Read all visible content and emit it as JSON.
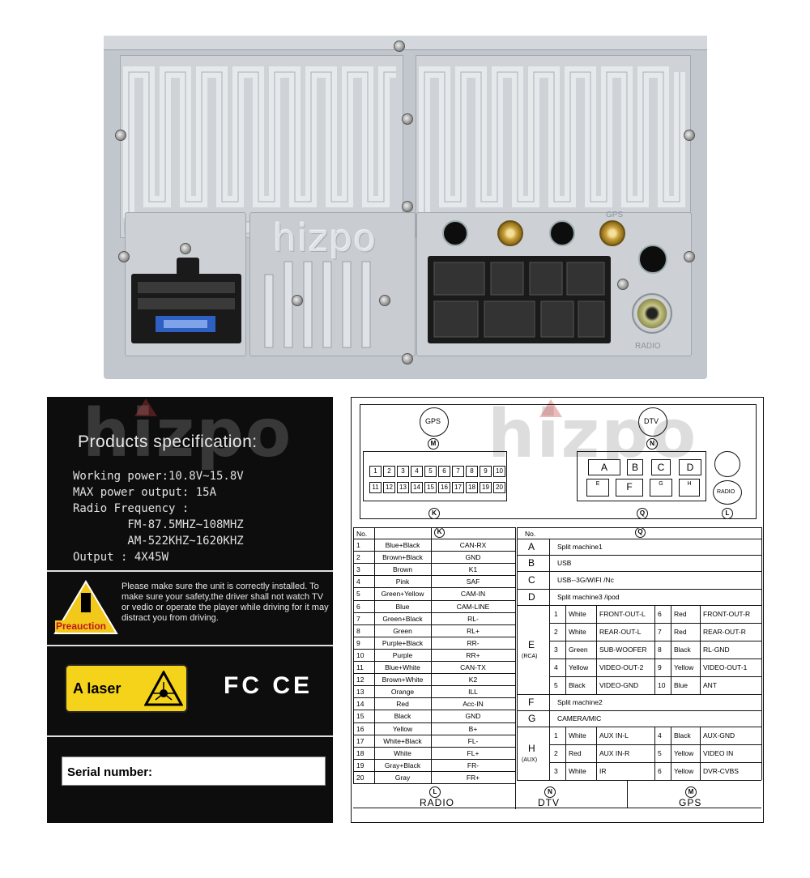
{
  "device": {
    "logo": "hizpo",
    "radio_label": "RADIO",
    "gps_label": "GPS"
  },
  "watermark": "hizpo",
  "spec": {
    "title": "Products specification:",
    "lines": [
      "Working power:10.8V~15.8V",
      "MAX power output: 15A",
      "Radio Frequency :",
      "        FM-87.5MHZ~108MHZ",
      "        AM-522KHZ~1620KHZ",
      "Output : 4X45W"
    ],
    "warning_label": "Preauction",
    "warning_text": "Please make sure the unit is correctly installed. To make sure your safety,the driver shall not watch TV or vedio or operate the player while driving for it may distract you from driving.",
    "laser_label": "A laser",
    "cert": "FC CE",
    "serial_label": "Serial number:"
  },
  "diagram": {
    "gps": "GPS",
    "dtv": "DTV",
    "radio": "RADIO",
    "m": "M",
    "n": "N",
    "k": "K",
    "q": "Q",
    "l": "L",
    "pins_row1": [
      "1",
      "2",
      "3",
      "4",
      "5",
      "6",
      "7",
      "8",
      "9",
      "10"
    ],
    "pins_row2": [
      "11",
      "12",
      "13",
      "14",
      "15",
      "16",
      "17",
      "18",
      "19",
      "20"
    ],
    "q_labels": [
      "A",
      "B",
      "C",
      "D",
      "F"
    ],
    "q_sub": [
      "E",
      "G",
      "H"
    ]
  },
  "table_k": {
    "header_no": "No.",
    "header_k": "K",
    "rows": [
      [
        "1",
        "Blue+Black",
        "CAN-RX"
      ],
      [
        "2",
        "Brown+Black",
        "GND"
      ],
      [
        "3",
        "Brown",
        "K1"
      ],
      [
        "4",
        "Pink",
        "SAF"
      ],
      [
        "5",
        "Green+Yellow",
        "CAM-IN"
      ],
      [
        "6",
        "Blue",
        "CAM-LINE"
      ],
      [
        "7",
        "Green+Black",
        "RL-"
      ],
      [
        "8",
        "Green",
        "RL+"
      ],
      [
        "9",
        "Purple+Black",
        "RR-"
      ],
      [
        "10",
        "Purple",
        "RR+"
      ],
      [
        "11",
        "Blue+White",
        "CAN-TX"
      ],
      [
        "12",
        "Brown+White",
        "K2"
      ],
      [
        "13",
        "Orange",
        "ILL"
      ],
      [
        "14",
        "Red",
        "Acc-IN"
      ],
      [
        "15",
        "Black",
        "GND"
      ],
      [
        "16",
        "Yellow",
        "B+"
      ],
      [
        "17",
        "White+Black",
        "FL-"
      ],
      [
        "18",
        "White",
        "FL+"
      ],
      [
        "19",
        "Gray+Black",
        "FR-"
      ],
      [
        "20",
        "Gray",
        "FR+"
      ]
    ]
  },
  "table_q": {
    "header_no": "No.",
    "header_q": "Q",
    "A": "Split machine1",
    "B": "USB",
    "C": "USB--3G/WIFI /Nc",
    "D": "Split machine3 /ipod",
    "E": "E",
    "E_sub": "(RCA)",
    "E_rows": [
      [
        "1",
        "White",
        "FRONT-OUT-L",
        "6",
        "Red",
        "FRONT-OUT-R"
      ],
      [
        "2",
        "White",
        "REAR-OUT-L",
        "7",
        "Red",
        "REAR-OUT-R"
      ],
      [
        "3",
        "Green",
        "SUB-WOOFER",
        "8",
        "Black",
        "RL-GND"
      ],
      [
        "4",
        "Yellow",
        "VIDEO-OUT-2",
        "9",
        "Yellow",
        "VIDEO-OUT-1"
      ],
      [
        "5",
        "Black",
        "VIDEO-GND",
        "10",
        "Blue",
        "ANT"
      ]
    ],
    "F": "Split machine2",
    "G": "CAMERA/MIC",
    "H": "H",
    "H_sub": "(AUX)",
    "H_rows": [
      [
        "1",
        "White",
        "AUX IN-L",
        "4",
        "Black",
        "AUX-GND"
      ],
      [
        "2",
        "Red",
        "AUX IN-R",
        "5",
        "Yellow",
        "VIDEO IN"
      ],
      [
        "3",
        "White",
        "IR",
        "6",
        "Yellow",
        "DVR-CVBS"
      ]
    ]
  },
  "footer": {
    "l": "L",
    "n": "N",
    "m": "M",
    "radio": "RADIO",
    "dtv": "DTV",
    "gps": "GPS"
  }
}
